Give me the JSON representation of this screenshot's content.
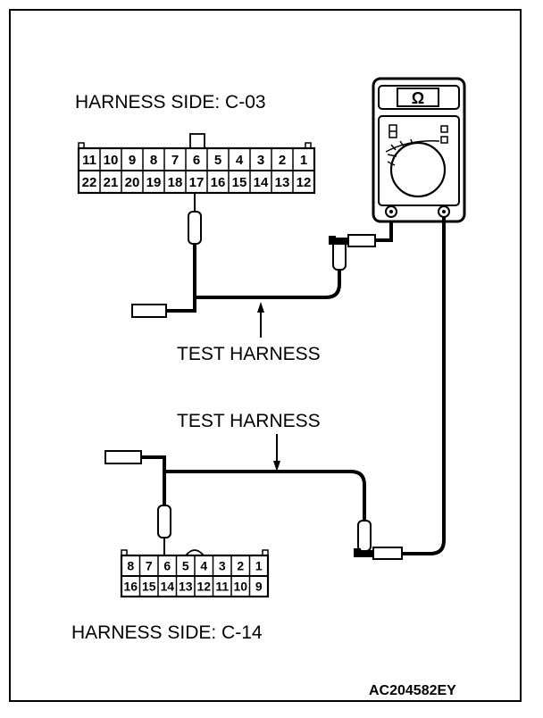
{
  "labels": {
    "harness_side_top": "HARNESS SIDE: C-03",
    "harness_side_bottom": "HARNESS SIDE: C-14",
    "test_harness_top": "TEST HARNESS",
    "test_harness_bottom": "TEST HARNESS",
    "figure_code": "AC204582EY"
  },
  "meter": {
    "display_symbol": "Ω",
    "icon": "ohmmeter-icon"
  },
  "connector_c03": {
    "top_row": [
      "11",
      "10",
      "9",
      "8",
      "7",
      "6",
      "5",
      "4",
      "3",
      "2",
      "1"
    ],
    "bottom_row": [
      "22",
      "21",
      "20",
      "19",
      "18",
      "17",
      "16",
      "15",
      "14",
      "13",
      "12"
    ],
    "probed_pin": "17"
  },
  "connector_c14": {
    "top_row": [
      "8",
      "7",
      "6",
      "5",
      "4",
      "3",
      "2",
      "1"
    ],
    "bottom_row": [
      "16",
      "15",
      "14",
      "13",
      "12",
      "11",
      "10",
      "9"
    ],
    "probed_pin": "6"
  },
  "colors": {
    "line": "#000000",
    "background": "#ffffff"
  }
}
